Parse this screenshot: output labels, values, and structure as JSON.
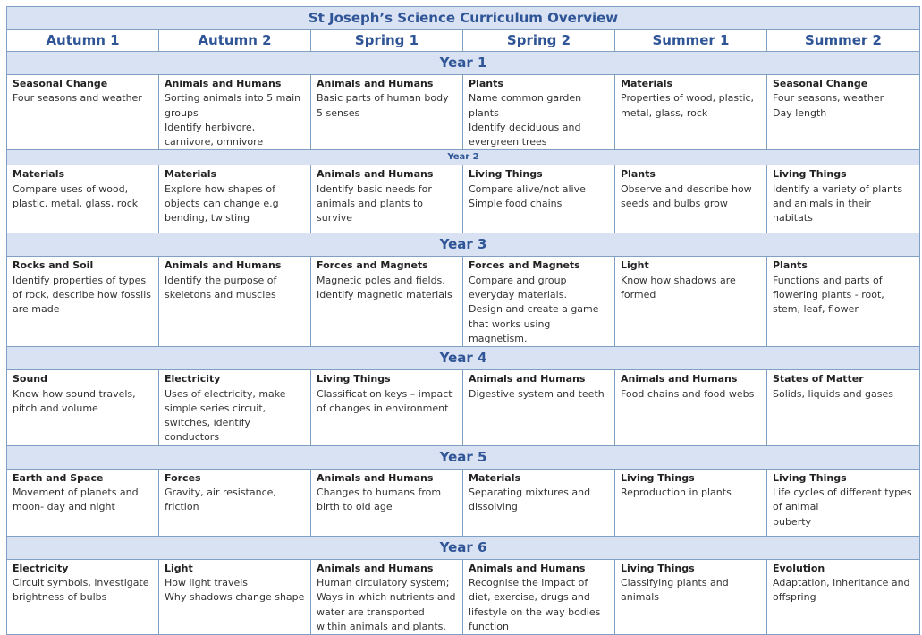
{
  "title": "St Joseph’s Science Curriculum Overview",
  "terms": [
    "Autumn 1",
    "Autumn 2",
    "Spring 1",
    "Spring 2",
    "Summer 1",
    "Summer 2"
  ],
  "years": [
    {
      "label": "Year 1",
      "cells": [
        {
          "topic": "Seasonal Change",
          "lines": [
            "Four seasons and weather"
          ]
        },
        {
          "topic": "Animals and Humans",
          "lines": [
            "Sorting animals into 5 main groups",
            "Identify herbivore, carnivore, omnivore"
          ]
        },
        {
          "topic": "Animals and Humans",
          "lines": [
            "Basic parts of human body",
            "5 senses"
          ]
        },
        {
          "topic": "Plants",
          "lines": [
            "Name common garden plants",
            "Identify deciduous and evergreen trees"
          ]
        },
        {
          "topic": "Materials",
          "lines": [
            "Properties of wood, plastic, metal, glass, rock"
          ]
        },
        {
          "topic": "Seasonal Change",
          "lines": [
            "Four seasons, weather",
            "Day length"
          ]
        }
      ]
    },
    {
      "label": "Year 2",
      "cells": [
        {
          "topic": "Materials",
          "lines": [
            "Compare uses of wood, plastic, metal, glass, rock"
          ]
        },
        {
          "topic": "Materials",
          "lines": [
            "Explore how shapes of objects can change e.g bending, twisting"
          ]
        },
        {
          "topic": "Animals and Humans",
          "lines": [
            "Identify basic needs for animals and plants to survive"
          ]
        },
        {
          "topic": "Living Things",
          "lines": [
            "Compare alive/not alive",
            "Simple food chains"
          ]
        },
        {
          "topic": "Plants",
          "lines": [
            "Observe and describe how seeds and bulbs grow"
          ]
        },
        {
          "topic": "Living Things",
          "lines": [
            "Identify a variety of plants and animals in their habitats"
          ]
        }
      ]
    },
    {
      "label": "Year 3",
      "cells": [
        {
          "topic": "Rocks and Soil",
          "lines": [
            "Identify properties of types of rock, describe how fossils are made"
          ]
        },
        {
          "topic": "Animals and Humans",
          "lines": [
            "Identify the purpose of skeletons and muscles"
          ]
        },
        {
          "topic": "Forces and Magnets",
          "lines": [
            "Magnetic poles and fields.",
            "Identify magnetic materials"
          ]
        },
        {
          "topic": "Forces and Magnets",
          "lines": [
            "Compare and group everyday materials.",
            "Design and create a game that works using magnetism."
          ]
        },
        {
          "topic": "Light",
          "lines": [
            "Know how shadows are formed"
          ]
        },
        {
          "topic": "Plants",
          "lines": [
            "Functions and parts of flowering plants  - root, stem, leaf, flower"
          ]
        }
      ]
    },
    {
      "label": "Year 4",
      "cells": [
        {
          "topic": "Sound",
          "lines": [
            "Know how sound travels, pitch and volume"
          ]
        },
        {
          "topic": "Electricity",
          "lines": [
            "Uses of electricity, make simple series circuit, switches, identify conductors"
          ]
        },
        {
          "topic": "Living Things",
          "lines": [
            "Classification keys – impact of changes in environment"
          ]
        },
        {
          "topic": "Animals and Humans",
          "lines": [
            "Digestive system and teeth"
          ]
        },
        {
          "topic": "Animals and Humans",
          "lines": [
            "Food chains and food webs"
          ]
        },
        {
          "topic": "States of Matter",
          "lines": [
            "Solids, liquids and gases"
          ]
        }
      ]
    },
    {
      "label": "Year 5",
      "cells": [
        {
          "topic": "Earth and Space",
          "lines": [
            "Movement of planets and moon- day and night"
          ]
        },
        {
          "topic": "Forces",
          "lines": [
            "Gravity, air resistance, friction"
          ]
        },
        {
          "topic": "Animals and Humans",
          "lines": [
            "Changes to humans from birth to old age"
          ]
        },
        {
          "topic": "Materials",
          "lines": [
            "Separating mixtures and dissolving"
          ]
        },
        {
          "topic": "Living Things",
          "lines": [
            "Reproduction in plants"
          ]
        },
        {
          "topic": "Living Things",
          "lines": [
            "Life cycles of different types of animal",
            "puberty"
          ]
        }
      ]
    },
    {
      "label": "Year 6",
      "cells": [
        {
          "topic": "Electricity",
          "lines": [
            "Circuit symbols, investigate brightness of bulbs"
          ]
        },
        {
          "topic": "Light",
          "lines": [
            "How light travels",
            "Why shadows change shape"
          ]
        },
        {
          "topic": "Animals and Humans",
          "lines": [
            "Human circulatory system;",
            "Ways in which nutrients and water are transported within animals and plants."
          ]
        },
        {
          "topic": "Animals and Humans",
          "lines": [
            "Recognise the impact of diet, exercise, drugs and lifestyle on the way bodies function"
          ]
        },
        {
          "topic": "Living Things",
          "lines": [
            "Classifying plants and animals"
          ]
        },
        {
          "topic": "Evolution",
          "lines": [
            "Adaptation, inheritance and offspring"
          ]
        }
      ]
    }
  ]
}
